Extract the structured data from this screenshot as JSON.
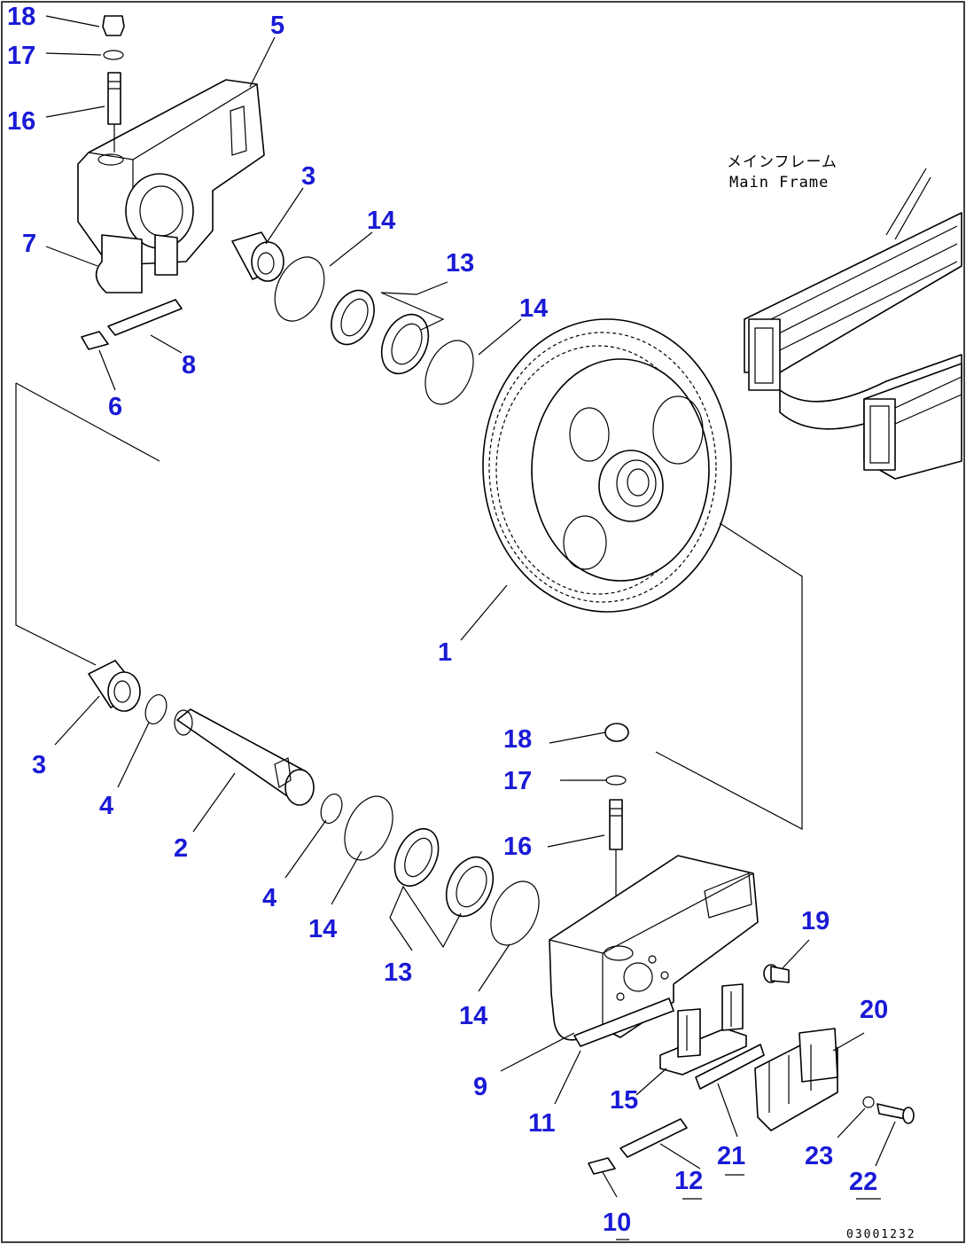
{
  "diagram": {
    "frame_label_jp": "メインフレーム",
    "frame_label_en": "Main Frame",
    "drawing_code": "03001232",
    "callouts": [
      {
        "id": "c18a",
        "text": "18"
      },
      {
        "id": "c17a",
        "text": "17"
      },
      {
        "id": "c16a",
        "text": "16"
      },
      {
        "id": "c5",
        "text": "5"
      },
      {
        "id": "c3a",
        "text": "3"
      },
      {
        "id": "c7",
        "text": "7"
      },
      {
        "id": "c14a",
        "text": "14"
      },
      {
        "id": "c13a",
        "text": "13"
      },
      {
        "id": "c14b",
        "text": "14"
      },
      {
        "id": "c8",
        "text": "8"
      },
      {
        "id": "c6",
        "text": "6"
      },
      {
        "id": "c1",
        "text": "1"
      },
      {
        "id": "c3b",
        "text": "3"
      },
      {
        "id": "c4a",
        "text": "4"
      },
      {
        "id": "c2",
        "text": "2"
      },
      {
        "id": "c18b",
        "text": "18"
      },
      {
        "id": "c17b",
        "text": "17"
      },
      {
        "id": "c16b",
        "text": "16"
      },
      {
        "id": "c4b",
        "text": "4"
      },
      {
        "id": "c14c",
        "text": "14"
      },
      {
        "id": "c13b",
        "text": "13"
      },
      {
        "id": "c14d",
        "text": "14"
      },
      {
        "id": "c19",
        "text": "19"
      },
      {
        "id": "c20",
        "text": "20"
      },
      {
        "id": "c9",
        "text": "9"
      },
      {
        "id": "c11",
        "text": "11"
      },
      {
        "id": "c15",
        "text": "15"
      },
      {
        "id": "c21",
        "text": "21"
      },
      {
        "id": "c23",
        "text": "23"
      },
      {
        "id": "c22",
        "text": "22"
      },
      {
        "id": "c12",
        "text": "12"
      },
      {
        "id": "c10",
        "text": "10"
      }
    ]
  }
}
